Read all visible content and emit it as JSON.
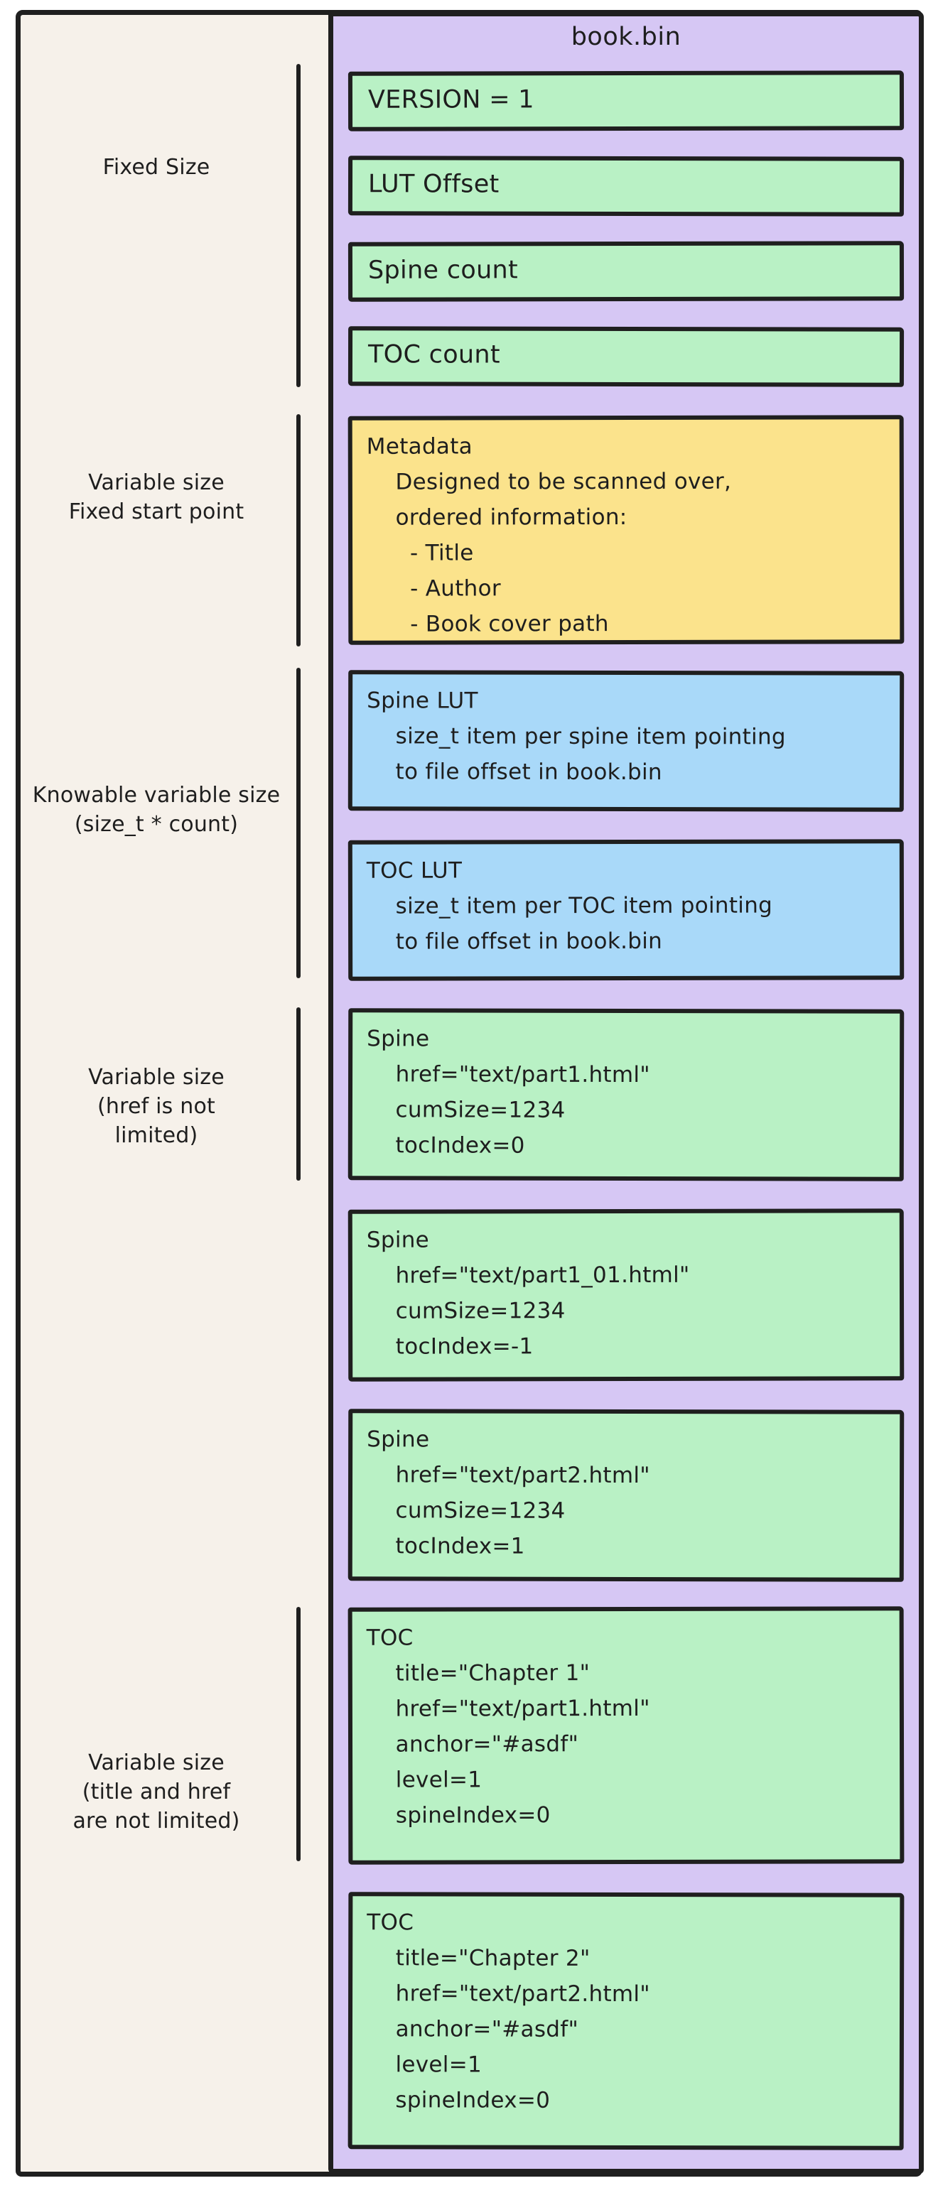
{
  "diagram": {
    "title": "book.bin",
    "colors": {
      "canvas_background": "#f6f1ea",
      "container_purple": "#d6c7f4",
      "field_green": "#b9f1c5",
      "metadata_yellow": "#fbe38c",
      "lut_blue": "#a9d9f9",
      "ink": "#1f1f1f"
    },
    "annotations": [
      {
        "label": "Fixed Size"
      },
      {
        "label": "Variable size\nFixed start point"
      },
      {
        "label": "Knowable variable size\n(size_t * count)"
      },
      {
        "label": "Variable size\n(href is not\nlimited)"
      },
      {
        "label": "Variable size\n(title and href\nare not limited)"
      }
    ],
    "boxes": [
      {
        "name": "version",
        "color": "green",
        "text": "VERSION = 1"
      },
      {
        "name": "lut-offset",
        "color": "green",
        "text": "LUT Offset"
      },
      {
        "name": "spine-count",
        "color": "green",
        "text": "Spine count"
      },
      {
        "name": "toc-count",
        "color": "green",
        "text": "TOC count"
      },
      {
        "name": "metadata",
        "color": "yellow",
        "text": "Metadata\n    Designed to be scanned over,\n    ordered information:\n      - Title\n      - Author\n      - Book cover path"
      },
      {
        "name": "spine-lut",
        "color": "blue",
        "text": "Spine LUT\n    size_t item per spine item pointing\n    to file offset in book.bin"
      },
      {
        "name": "toc-lut",
        "color": "blue",
        "text": "TOC LUT\n    size_t item per TOC item pointing\n    to file offset in book.bin"
      },
      {
        "name": "spine-entry-1",
        "color": "green",
        "text": "Spine\n    href=\"text/part1.html\"\n    cumSize=1234\n    tocIndex=0"
      },
      {
        "name": "spine-entry-2",
        "color": "green",
        "text": "Spine\n    href=\"text/part1_01.html\"\n    cumSize=1234\n    tocIndex=-1"
      },
      {
        "name": "spine-entry-3",
        "color": "green",
        "text": "Spine\n    href=\"text/part2.html\"\n    cumSize=1234\n    tocIndex=1"
      },
      {
        "name": "toc-entry-1",
        "color": "green",
        "text": "TOC\n    title=\"Chapter 1\"\n    href=\"text/part1.html\"\n    anchor=\"#asdf\"\n    level=1\n    spineIndex=0"
      },
      {
        "name": "toc-entry-2",
        "color": "green",
        "text": "TOC\n    title=\"Chapter 2\"\n    href=\"text/part2.html\"\n    anchor=\"#asdf\"\n    level=1\n    spineIndex=0"
      }
    ]
  }
}
